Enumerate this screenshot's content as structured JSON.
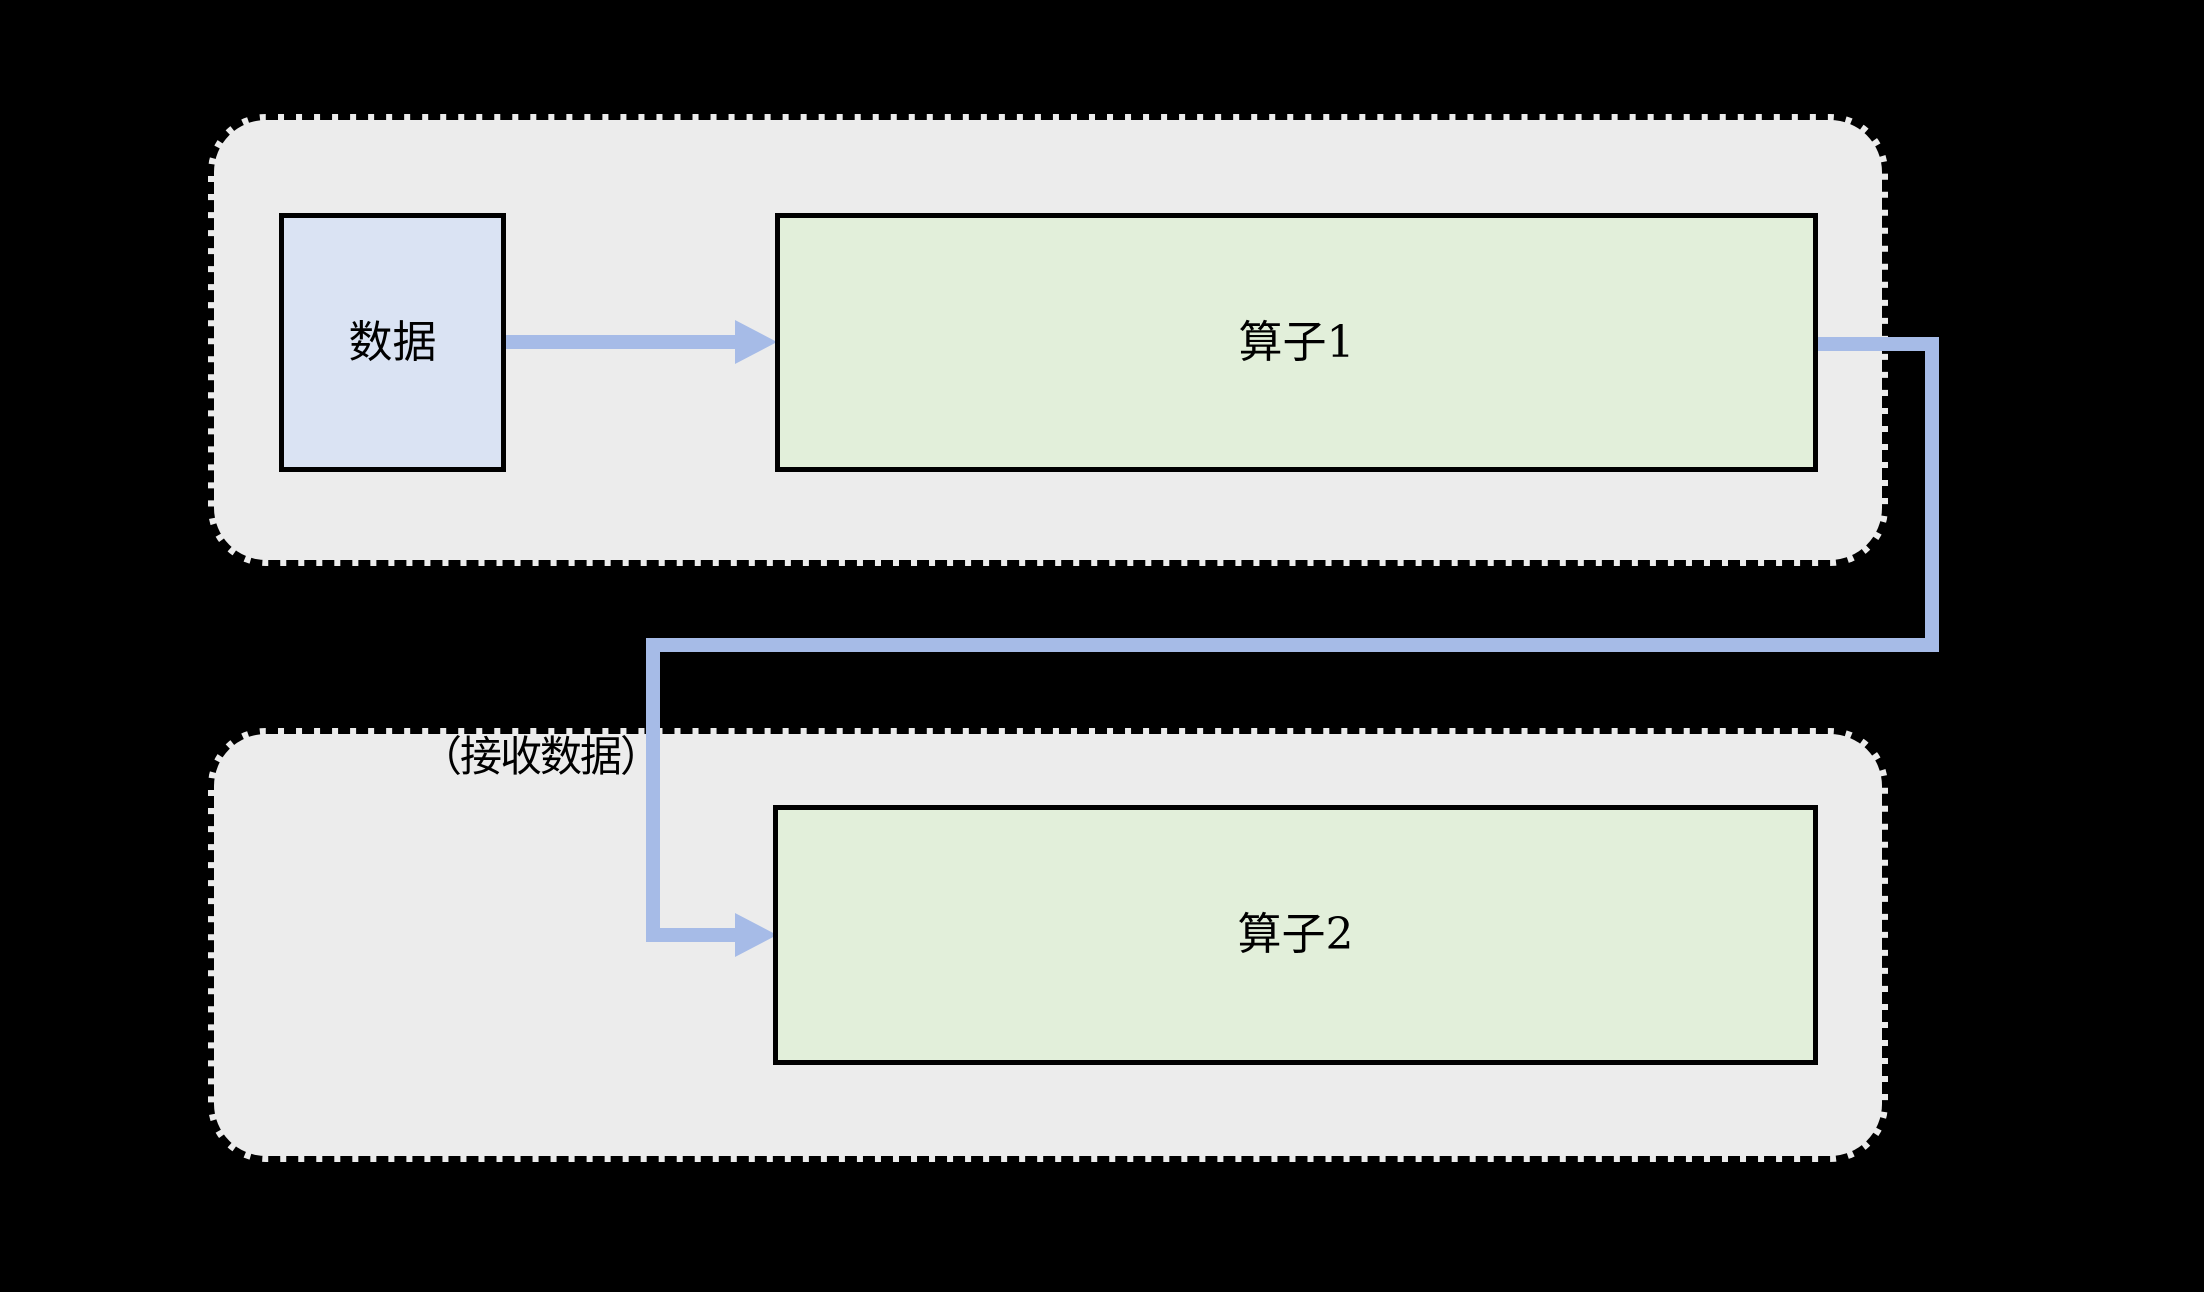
{
  "diagram": {
    "background": "#000000",
    "colors": {
      "container_fill": "#ececec",
      "container_border": "#000000",
      "data_box_fill": "#dae3f3",
      "operator_box_fill": "#e2efda",
      "box_border": "#000000",
      "arrow": "#a6bbe7",
      "text": "#000000"
    },
    "nodes": {
      "data_box": {
        "label": "数据"
      },
      "operator1_box": {
        "label": "算子1"
      },
      "operator2_box": {
        "label": "算子2"
      }
    },
    "annotations": {
      "receive_data_label": "（接收数据）"
    }
  }
}
